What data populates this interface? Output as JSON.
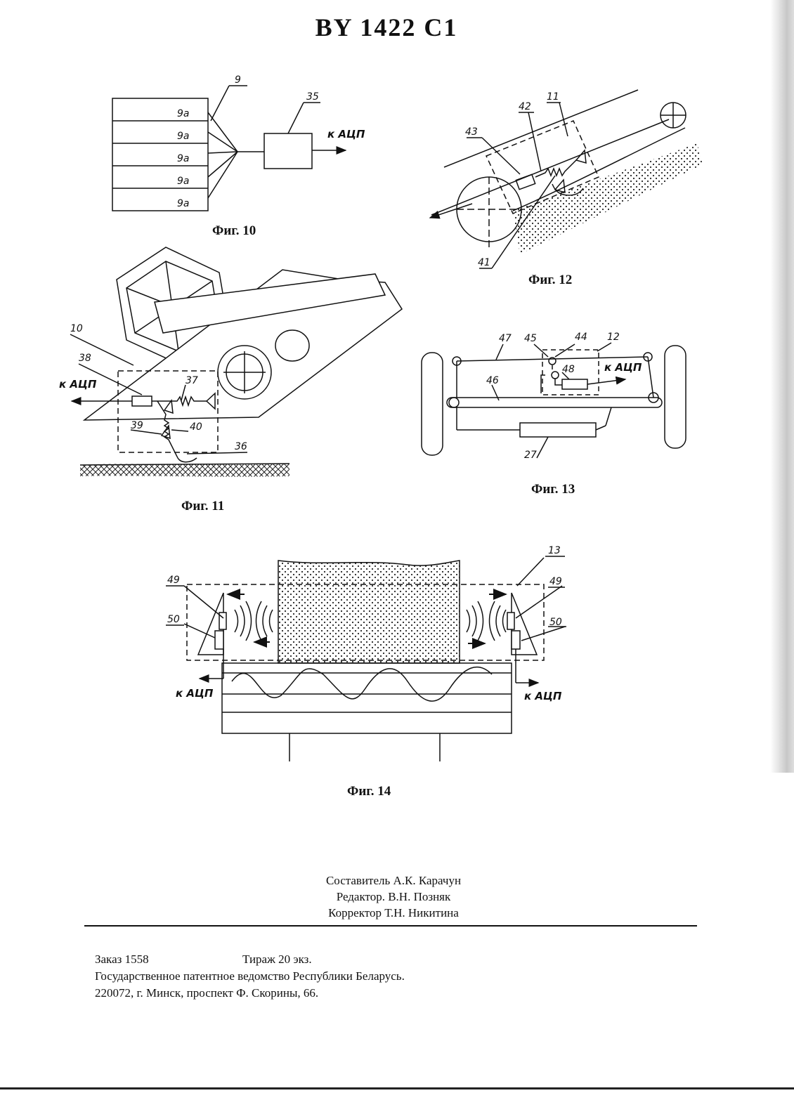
{
  "header": {
    "patent_number": "BY 1422 C1"
  },
  "figures": {
    "fig10": {
      "caption": "Фиг. 10",
      "labels": {
        "sensor_group": "9",
        "element": "9а",
        "block": "35",
        "output": "к АЦП"
      },
      "stack_labels": [
        "9а",
        "9а",
        "9а",
        "9а",
        "9а"
      ]
    },
    "fig11": {
      "caption": "Фиг. 11",
      "labels": {
        "l10": "10",
        "l38": "38",
        "l37": "37",
        "l39": "39",
        "l40": "40",
        "l36": "36",
        "output": "к АЦП"
      }
    },
    "fig12": {
      "caption": "Фиг. 12",
      "labels": {
        "l11": "11",
        "l42": "42",
        "l43": "43",
        "l41": "41"
      }
    },
    "fig13": {
      "caption": "Фиг. 13",
      "labels": {
        "l47": "47",
        "l45": "45",
        "l44": "44",
        "l12": "12",
        "l46": "46",
        "l48": "48",
        "l27": "27",
        "output": "к АЦП"
      }
    },
    "fig14": {
      "caption": "Фиг. 14",
      "labels": {
        "l13": "13",
        "l49a": "49",
        "l49b": "49",
        "l50a": "50",
        "l50b": "50",
        "out_left": "к АЦП",
        "out_right": "к АЦП"
      }
    }
  },
  "credits": {
    "compiler": "Составитель А.К. Карачун",
    "editor": "Редактор.  В.Н. Позняк",
    "corrector": "Корректор Т.Н. Никитина"
  },
  "imprint": {
    "order": "Заказ   1558",
    "circulation": "Тираж 20 экз.",
    "office": "Государственное патентное ведомство Республики Беларусь.",
    "address": "220072, г. Минск, проспект Ф. Скорины, 66."
  }
}
